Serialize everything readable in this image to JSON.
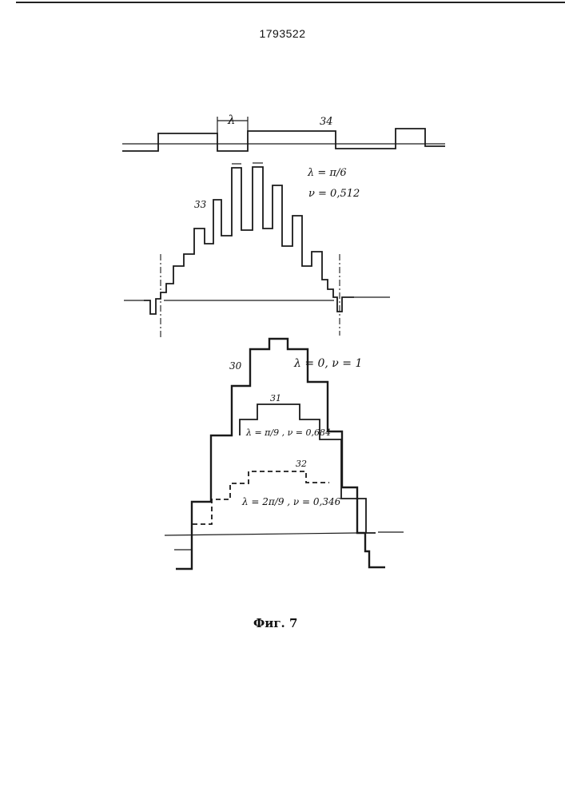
{
  "document": {
    "patent_number": "1793522",
    "figure_caption": "Фиг. 7"
  },
  "labels": {
    "curve_34": "34",
    "lambda_mark": "λ",
    "curve_33": "33",
    "curve_33_lambda": "λ = π/6",
    "curve_33_nu": "ν = 0,512",
    "curve_30": "30",
    "curve_30_params": "λ = 0,  ν = 1",
    "curve_31": "31",
    "curve_31_params": "λ = π/9 ,  ν = 0,684",
    "curve_32": "32",
    "curve_32_params": "λ = 2π/9 ,  ν = 0,346"
  }
}
